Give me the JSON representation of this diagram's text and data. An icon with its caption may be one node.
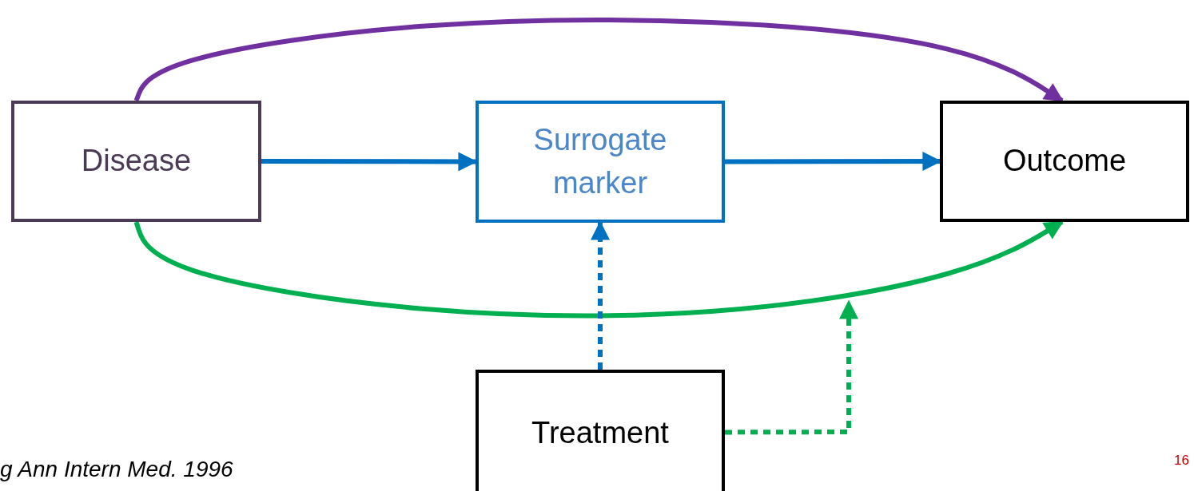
{
  "diagram": {
    "nodes": [
      {
        "text": [
          "Disease"
        ]
      },
      {
        "text": [
          "Surrogate marker"
        ]
      },
      {
        "text": [
          "Outcome"
        ]
      },
      {
        "text": [
          "Treatment"
        ]
      }
    ],
    "edges": [
      {
        "from": 0,
        "to": 2,
        "arrow": "to",
        "color": "#7030a0"
      },
      {
        "from": 0,
        "to": 1,
        "arrow": "to"
      },
      {
        "from": 1,
        "to": 2,
        "arrow": "to"
      },
      {
        "from": 0,
        "to": 2,
        "arrow": "to",
        "color": "#00b050"
      },
      {
        "from": 3,
        "to": 1,
        "arrow": "to",
        "style": "dashed"
      },
      {
        "from": 3,
        "to": null,
        "arrow": "to",
        "style": "dashed",
        "color": "#00b050"
      }
    ],
    "labels": [
      "g Ann Intern Med. 1996",
      "16"
    ]
  }
}
